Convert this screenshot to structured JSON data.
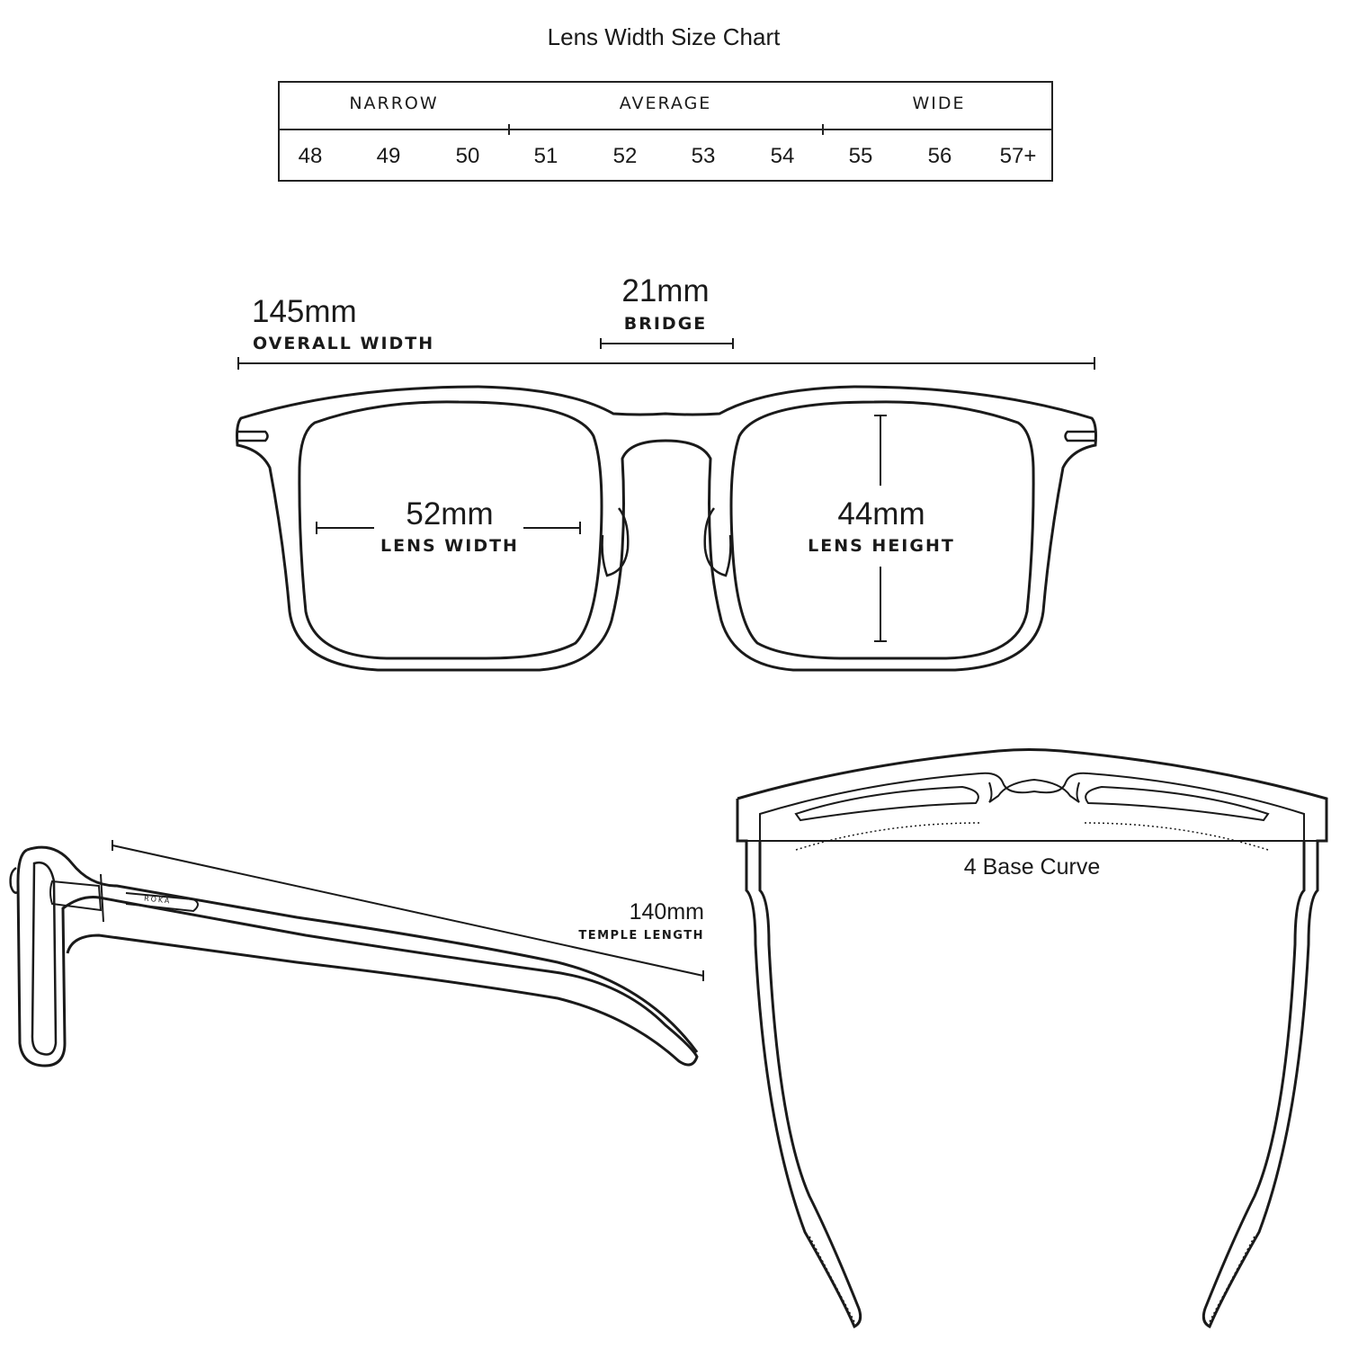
{
  "title": "Lens Width Size Chart",
  "size_chart": {
    "categories": [
      "NARROW",
      "AVERAGE",
      "WIDE"
    ],
    "widths": [
      "48",
      "49",
      "50",
      "51",
      "52",
      "53",
      "54",
      "55",
      "56",
      "57+"
    ]
  },
  "measurements": {
    "overall_width": {
      "value": "145mm",
      "label": "OVERALL WIDTH"
    },
    "bridge": {
      "value": "21mm",
      "label": "BRIDGE"
    },
    "lens_width": {
      "value": "52mm",
      "label": "LENS WIDTH"
    },
    "lens_height": {
      "value": "44mm",
      "label": "LENS HEIGHT"
    },
    "temple_length": {
      "value": "140mm",
      "label": "TEMPLE LENGTH"
    },
    "base_curve": "4 Base Curve"
  },
  "brand_mark": "RÖKA"
}
